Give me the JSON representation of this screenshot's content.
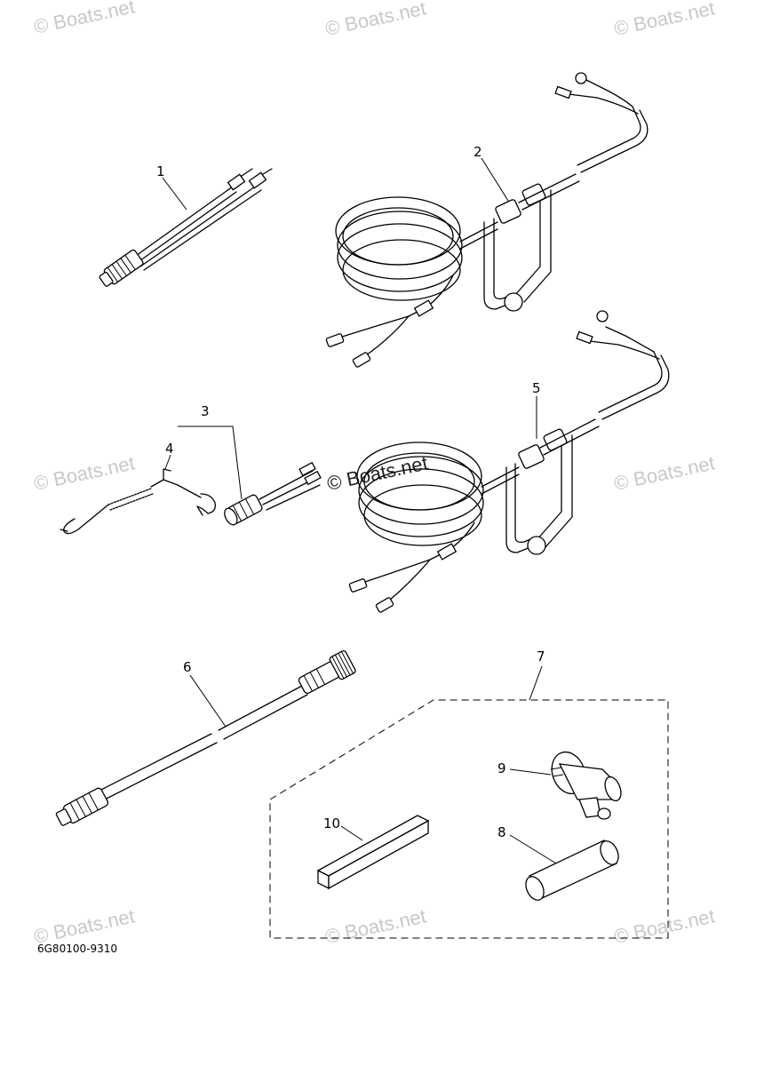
{
  "watermark": {
    "text": "© Boats.net",
    "color": "#c8c8c8",
    "center_color": "#222222"
  },
  "diagram_code": "6G80100-9310",
  "callouts": {
    "p1": "1",
    "p2": "2",
    "p3": "3",
    "p4": "4",
    "p5": "5",
    "p6": "6",
    "p7": "7",
    "p8": "8",
    "p9": "9",
    "p10": "10"
  },
  "icons": {
    "part_1": "connector-lead-icon",
    "part_2": "coiled-harness-icon",
    "part_3": "switch-connector-icon",
    "part_4": "lanyard-clip-icon",
    "part_5": "coiled-harness-icon",
    "part_6": "extension-cable-icon",
    "part_7": "kit-outline",
    "part_8": "tube-icon",
    "part_9": "valve-icon",
    "part_10": "bar-icon"
  }
}
